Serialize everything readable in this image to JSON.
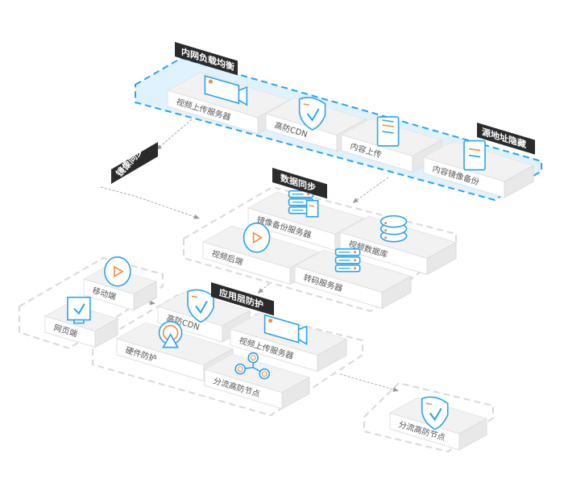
{
  "colors": {
    "accent": "#29a3f5",
    "orange": "#f5893a",
    "region_fill": "#dff2fd",
    "tag_bg": "#2b2b2b",
    "dash_gray": "#d9d9d9"
  },
  "tags": {
    "lb": "内网负载均衡",
    "origin": "源地址隐藏",
    "mirror": "镜像同步",
    "datasync": "数据同步",
    "appguard": "应用层防护"
  },
  "nodes": [
    {
      "label": "视频上传服务器",
      "icon": "camera-icon"
    },
    {
      "label": "高防CDN",
      "icon": "shield-icon"
    },
    {
      "label": "内容上传",
      "icon": "document-icon"
    },
    {
      "label": "内容镜像备份",
      "icon": "file-icon"
    },
    {
      "label": "镜像备份服务器",
      "icon": "server-file-icon"
    },
    {
      "label": "视频后端",
      "icon": "play-icon"
    },
    {
      "label": "视频数据库",
      "icon": "database-icon"
    },
    {
      "label": "转码服务器",
      "icon": "server-icon"
    },
    {
      "label": "移动端",
      "icon": "play-icon"
    },
    {
      "label": "网页端",
      "icon": "monitor-icon"
    },
    {
      "label": "高防CDN",
      "icon": "shield-icon"
    },
    {
      "label": "视频上传服务器",
      "icon": "camera-icon"
    },
    {
      "label": "硬件防护",
      "icon": "hardware-icon"
    },
    {
      "label": "分流高防节点",
      "icon": "nodes-icon"
    },
    {
      "label": "分流高防节点",
      "icon": "shield-icon"
    }
  ]
}
